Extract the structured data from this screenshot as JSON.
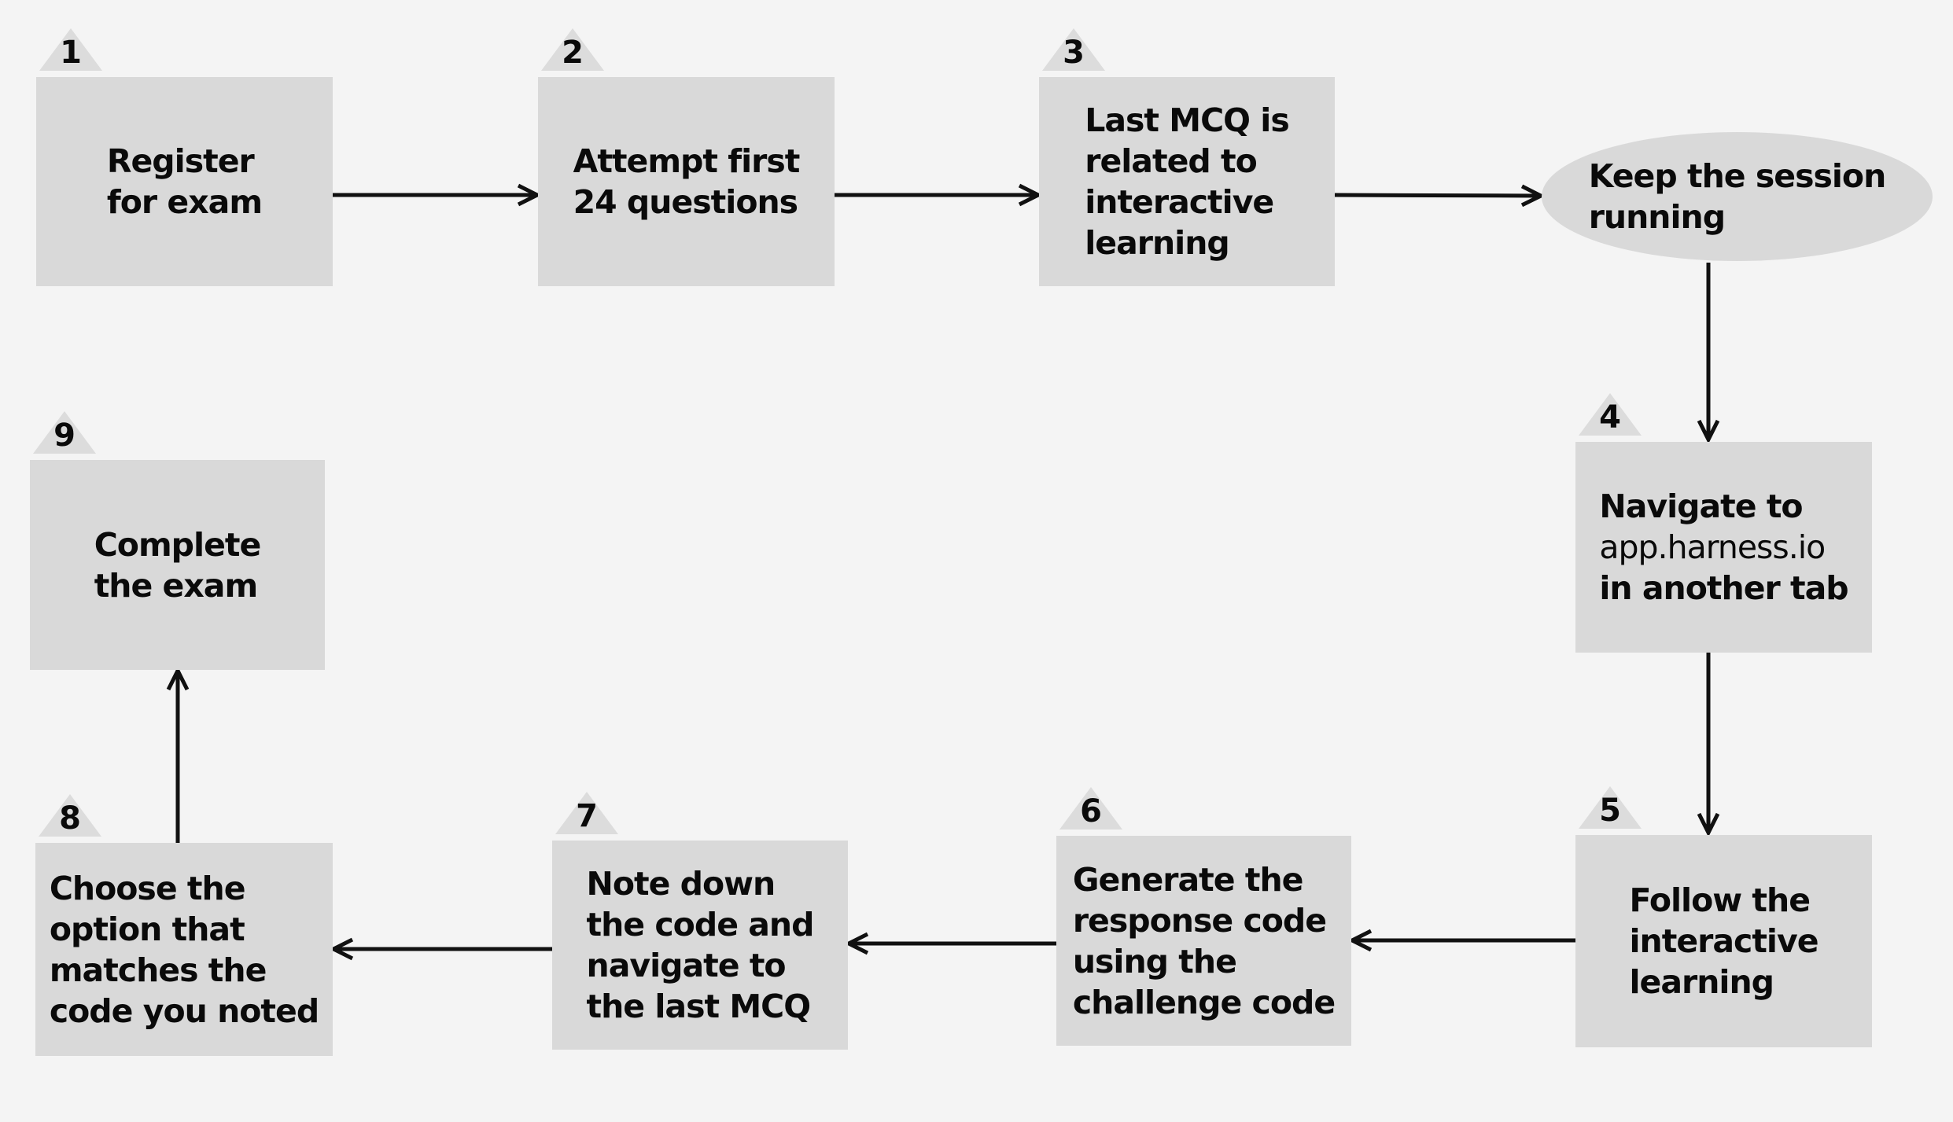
{
  "diagram": {
    "title_implicit": "",
    "background_color": "#f4f4f4",
    "node_fill_color": "#d9d9d9",
    "badge_fill_color": "#dcdcdc",
    "text_color": "#0a0a0a",
    "arrow_color": "#111111",
    "steps": [
      {
        "number": "1",
        "shape": "rect",
        "lines": [
          "Register",
          "for exam"
        ]
      },
      {
        "number": "2",
        "shape": "rect",
        "lines": [
          "Attempt first",
          "24 questions"
        ]
      },
      {
        "number": "3",
        "shape": "rect",
        "lines": [
          "Last MCQ is",
          "related to",
          "interactive",
          "learning"
        ]
      },
      {
        "number": "",
        "shape": "ellipse",
        "lines": [
          "Keep the session",
          "running"
        ]
      },
      {
        "number": "4",
        "shape": "rect",
        "lines": [
          "Navigate to",
          "app.harness.io",
          "in another tab"
        ]
      },
      {
        "number": "5",
        "shape": "rect",
        "lines": [
          "Follow the",
          "interactive",
          "learning"
        ]
      },
      {
        "number": "6",
        "shape": "rect",
        "lines": [
          "Generate the",
          "response code",
          "using the",
          "challenge code"
        ]
      },
      {
        "number": "7",
        "shape": "rect",
        "lines": [
          "Note down",
          "the code and",
          "navigate to",
          "the last MCQ"
        ]
      },
      {
        "number": "8",
        "shape": "rect",
        "lines": [
          "Choose the",
          "option that",
          "matches the",
          "code you noted"
        ]
      },
      {
        "number": "9",
        "shape": "rect",
        "lines": [
          "Complete",
          "the exam"
        ]
      }
    ],
    "connections": [
      {
        "from": "step-1",
        "to": "step-2"
      },
      {
        "from": "step-2",
        "to": "step-3"
      },
      {
        "from": "step-3",
        "to": "keep-session"
      },
      {
        "from": "keep-session",
        "to": "step-4"
      },
      {
        "from": "step-4",
        "to": "step-5"
      },
      {
        "from": "step-5",
        "to": "step-6"
      },
      {
        "from": "step-6",
        "to": "step-7"
      },
      {
        "from": "step-7",
        "to": "step-8"
      },
      {
        "from": "step-8",
        "to": "step-9"
      }
    ]
  }
}
